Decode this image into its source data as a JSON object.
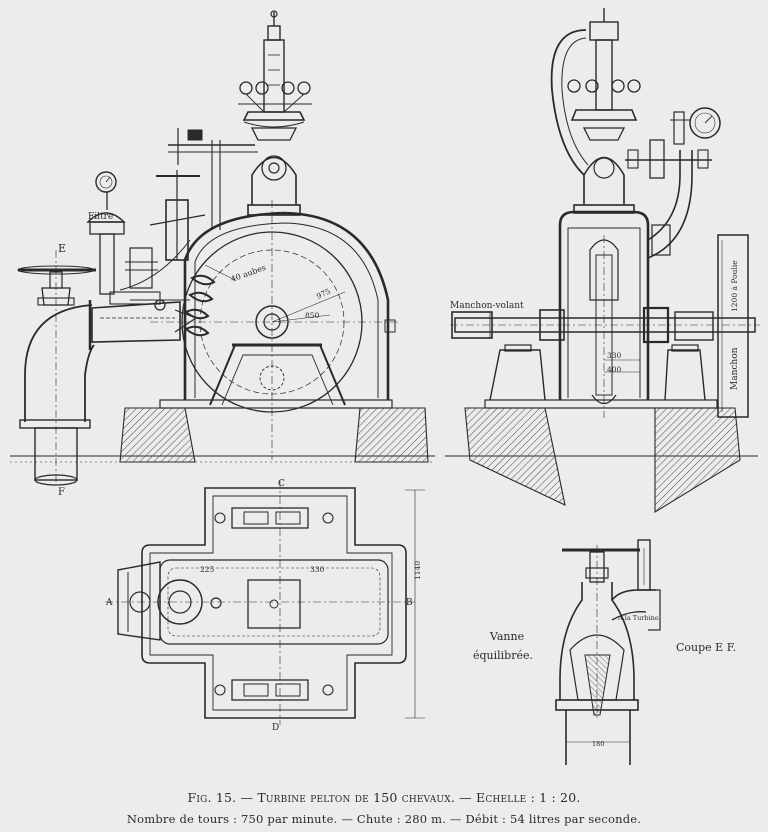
{
  "figure": {
    "fig_label": "Fig. 15.",
    "title": "— Turbine pelton de 150 chevaux. — Echelle :  1 : 20.",
    "specs": "Nombre de tours : 750 par minute.  —  Chute : 280 m.  —  Débit : 54 litres par seconde."
  },
  "labels": {
    "pt_E": "E",
    "pt_F": "F",
    "pt_A": "A",
    "pt_B": "B",
    "pt_C": "C",
    "pt_D": "D",
    "filtre": "Filtre",
    "aubes": "40 aubes",
    "dim_975": "975",
    "dim_850": "850",
    "manchon_volant": "Manchon-volant",
    "manchon_vertical": "Manchon",
    "pulley_note": "1200 à Poulie",
    "dim_330": "330",
    "dim_400": "400",
    "dim_225": "225",
    "dim_330b": "330",
    "dim_1140": "1140",
    "vanne_line1": "Vanne",
    "vanne_line2": "équilibrée.",
    "coupe": "Coupe E F.",
    "a_la_turbine": "A la Turbine",
    "dim_180": "180"
  },
  "colors": {
    "ink": "#2a2a2a",
    "paper": "#ececea",
    "hatch": "#555555"
  }
}
